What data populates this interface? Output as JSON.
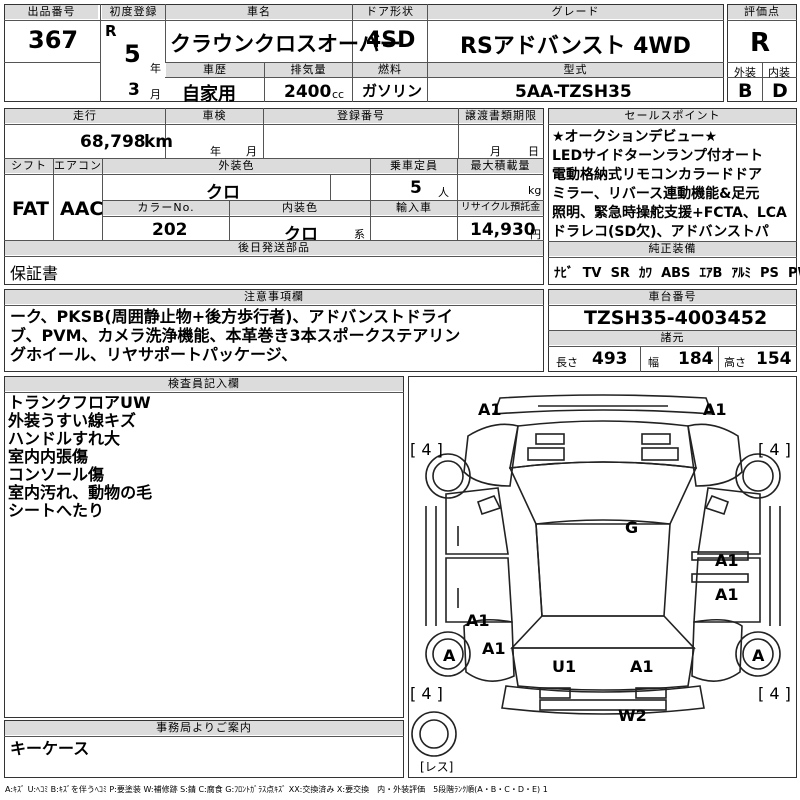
{
  "top": {
    "lot_label": "出品番号",
    "lot": "367",
    "first_reg_label": "初度登録",
    "era": "R",
    "year": "5",
    "year_unit": "年",
    "month": "3",
    "month_unit": "月",
    "car_name_label": "車名",
    "car_name": "クラウンクロスオーバー",
    "door_label": "ドア形状",
    "door": "4SD",
    "grade_label": "グレード",
    "grade": "RSアドバンスト 4WD",
    "score_label": "評価点",
    "score": "R",
    "history_label": "車歴",
    "history": "自家用",
    "displacement_label": "排気量",
    "displacement": "2400",
    "displacement_unit": "cc",
    "fuel_label": "燃料",
    "fuel": "ガソリン",
    "model_label": "型式",
    "model": "5AA-TZSH35",
    "ext_label": "外装",
    "ext_grade": "B",
    "int_label": "内装",
    "int_grade": "D"
  },
  "row2": {
    "mileage_label": "走行",
    "mileage": "68,798",
    "mileage_unit": "km",
    "inspection_label": "車検",
    "inspection_year": "年",
    "inspection_month": "月",
    "reg_no_label": "登録番号",
    "transfer_label": "譲渡書類期限",
    "transfer_month": "月",
    "transfer_day": "日",
    "shift_label": "シフト",
    "shift": "FAT",
    "ac_label": "エアコン",
    "ac": "AAC",
    "color_label": "外装色",
    "color": "クロ",
    "capacity_label": "乗車定員",
    "capacity": "5",
    "capacity_unit": "人",
    "load_label": "最大積載量",
    "load_unit": "kg",
    "color_no_label": "カラーNo.",
    "color_no": "202",
    "interior_label": "内装色",
    "interior": "クロ",
    "interior_unit": "系",
    "import_label": "輸入車",
    "recycle_label": "リサイクル預託金",
    "recycle": "14,930",
    "recycle_unit": "円",
    "later_label": "後日発送部品",
    "later": "保証書"
  },
  "sales": {
    "label": "セールスポイント",
    "lines": [
      "★オークションデビュー★",
      "LEDサイドターンランプ付オート",
      "電動格納式リモコンカラードドア",
      "ミラー、リバース連動機能&足元",
      "照明、緊急時操舵支援+FCTA、LCA",
      "ドラレコ(SD欠)、アドバンストパ"
    ]
  },
  "equipment": {
    "label": "純正装備",
    "items": [
      "ﾅﾋﾞ",
      "TV",
      "SR",
      "ｶﾜ",
      "ABS",
      "ｴｱB",
      "ｱﾙﾐ",
      "PS",
      "PW"
    ]
  },
  "notes": {
    "label": "注意事項欄",
    "lines": [
      "ーク、PKSB(周囲静止物+後方歩行者)、アドバンストドライ",
      "ブ、PVM、カメラ洗浄機能、本革巻き3本スポークステアリン",
      "グホイール、リヤサポートパッケージ、"
    ]
  },
  "chassis": {
    "label": "車台番号",
    "number": "TZSH35-4003452",
    "spec_label": "諸元",
    "length_label": "長さ",
    "length": "493",
    "width_label": "幅",
    "width": "184",
    "height_label": "高さ",
    "height": "154"
  },
  "inspector": {
    "label": "検査員記入欄",
    "lines": [
      "トランクフロアUW",
      "外装うすい線キズ",
      "ハンドルすれ大",
      "室内内張傷",
      "コンソール傷",
      "室内汚れ、動物の毛",
      "シートへたり"
    ]
  },
  "office": {
    "label": "事務局よりご案内",
    "text": "キーケース"
  },
  "diagram": {
    "marks": {
      "a1_fl": "A1",
      "a1_fr": "A1",
      "g_roof": "G",
      "a1_rd1": "A1",
      "a1_rd2": "A1",
      "a1_ld1": "A1",
      "a1_ld2": "A1",
      "u1": "U1",
      "a1_rear": "A1",
      "w2": "W2",
      "a_left": "A",
      "a_right": "A"
    },
    "tires": {
      "fl": "[ 4 ]",
      "fr": "[ 4 ]",
      "rl": "[ 4 ]",
      "rr": "[ 4 ]"
    },
    "spare": "[レス]"
  },
  "legend": "A:ｷｽﾞ U:ﾍｺﾐ B:ｷｽﾞを伴うﾍｺﾐ P:要塗装 W:補修跡 S:錆 C:腐食 G:ﾌﾛﾝﾄｶﾞﾗｽ点ｷｽﾞ XX:交換済み X:要交換　内・外装評価　5段階ﾗﾝｸ順(A・B・C・D・E) 1"
}
